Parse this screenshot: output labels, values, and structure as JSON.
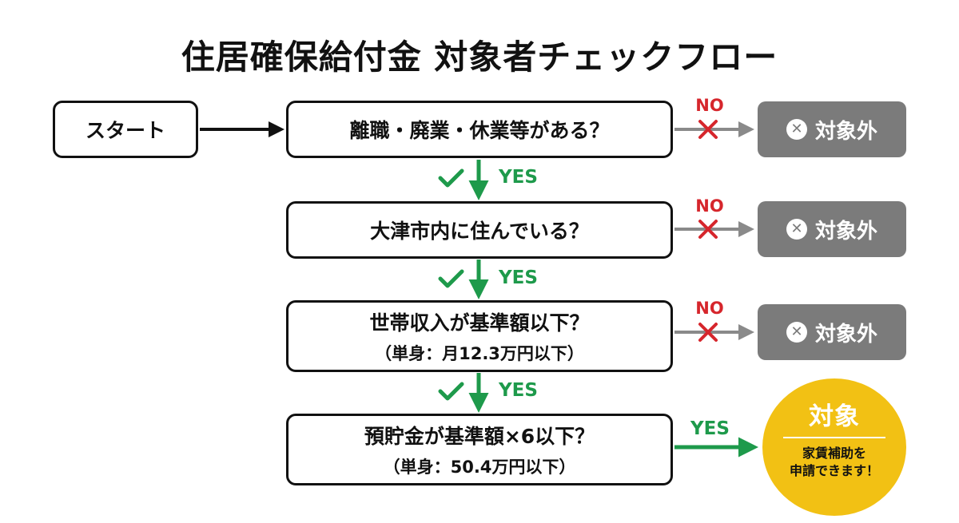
{
  "title": "住居確保給付金 対象者チェックフロー",
  "start": {
    "label": "スタート"
  },
  "questions": [
    {
      "text": "離職・廃業・休業等がある？",
      "note": ""
    },
    {
      "text": "大津市内に住んでいる？",
      "note": ""
    },
    {
      "text": "世帯収入が基準額以下？",
      "note": "（単身：月12.3万円以下）"
    },
    {
      "text": "預貯金が基準額×6以下？",
      "note": "（単身：50.4万円以下）"
    }
  ],
  "branches": {
    "yes_label": "YES",
    "no_label": "NO"
  },
  "not_eligible": {
    "label": "対象外"
  },
  "eligible": {
    "label": "対象",
    "note_line1": "家賃補助を",
    "note_line2": "申請できます！"
  },
  "colors": {
    "yes": "#1e9a4b",
    "no": "#d6262c",
    "not_eligible_bg": "#7b7b7b",
    "eligible_bg": "#f2c114"
  },
  "icons": [
    "checkmark-icon",
    "cross-icon",
    "circle-x-icon",
    "arrow-icon"
  ]
}
